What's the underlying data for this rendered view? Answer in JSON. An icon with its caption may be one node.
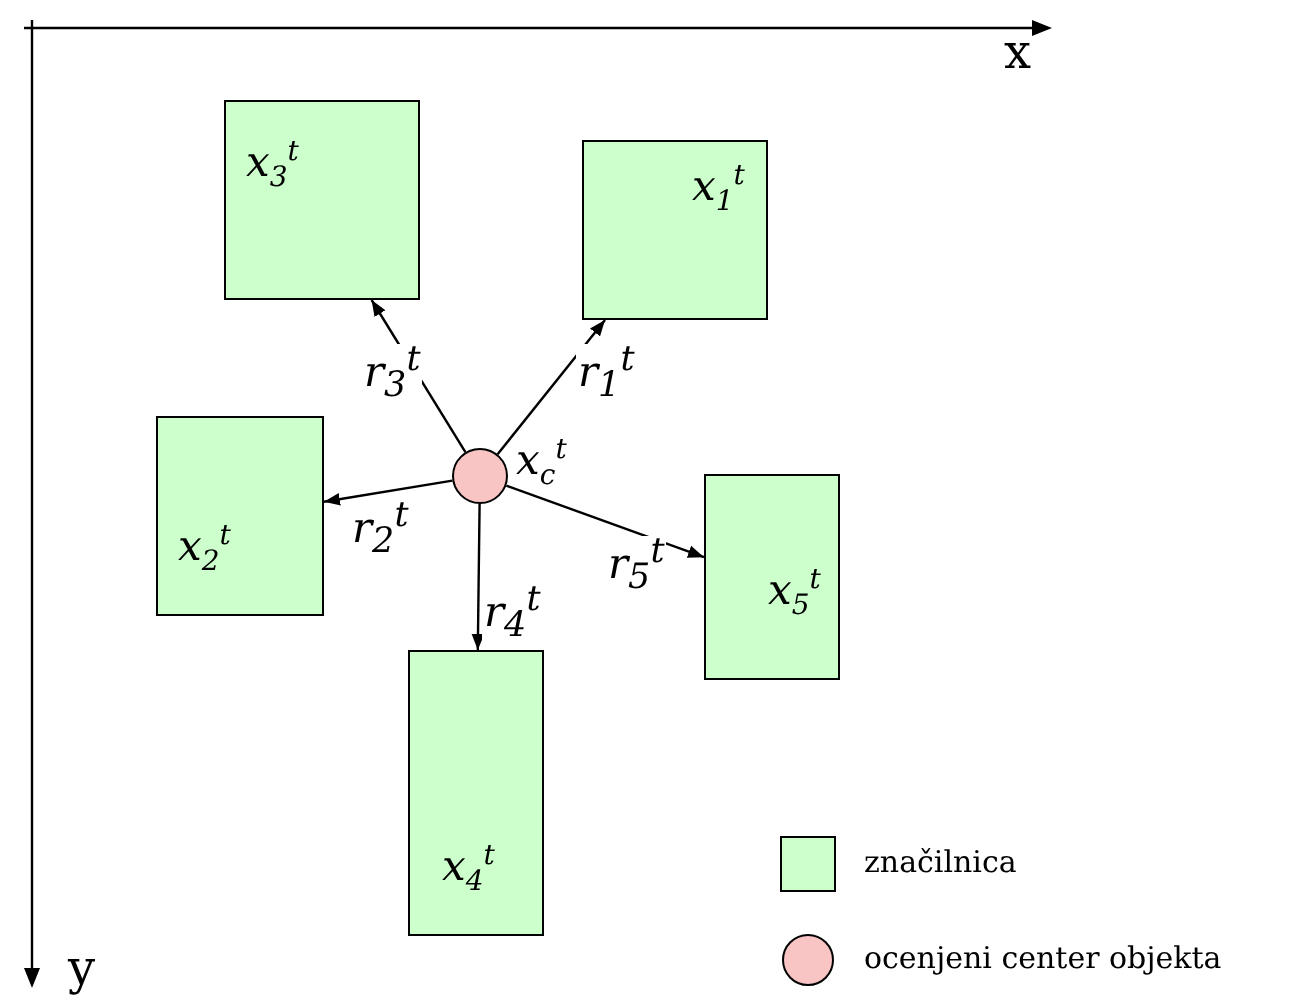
{
  "diagram": {
    "nodes": [
      {
        "text": [
          "x$_{3}$$^{t}$"
        ]
      },
      {
        "text": [
          "x$_{1}$$^{t}$"
        ]
      },
      {
        "text": [],
        "shape": "circle",
        "beside": [
          "x$_{c}$$^{t}$"
        ]
      },
      {
        "text": [
          "x$_{2}$$^{t}$"
        ]
      },
      {
        "text": [
          "x$_{5}$$^{t}$"
        ]
      },
      {
        "text": [
          "x$_{4}$$^{t}$"
        ]
      }
    ],
    "edges": [
      {
        "from": 2,
        "to": 0,
        "arrow": "to",
        "label": "r$_{3}$$^{t}$"
      },
      {
        "from": 2,
        "to": 1,
        "arrow": "to",
        "label": "r$_{1}$$^{t}$"
      },
      {
        "from": 2,
        "to": 3,
        "arrow": "to",
        "label": "r$_{2}$$^{t}$"
      },
      {
        "from": 2,
        "to": 4,
        "arrow": "to",
        "label": "r$_{5}$$^{t}$"
      },
      {
        "from": 2,
        "to": 5,
        "arrow": "to",
        "label": "r$_{4}$$^{t}$"
      }
    ],
    "labels": [
      "x",
      "y"
    ],
    "legend": [
      {
        "text": "značilnica",
        "color": "#ccffcc"
      },
      {
        "text": "ocenjeni center objekta",
        "color": "#f8c4c4"
      }
    ]
  }
}
